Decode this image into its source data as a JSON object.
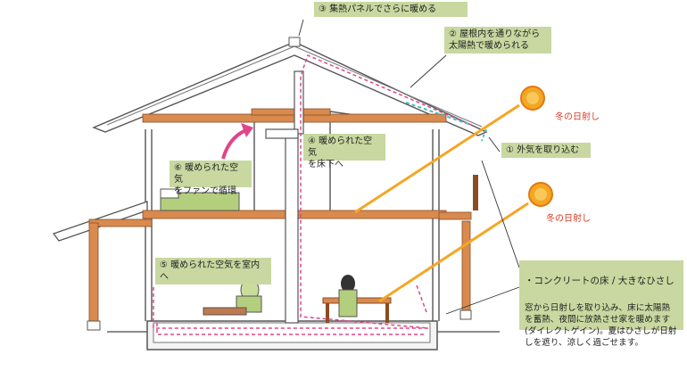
{
  "labels": {
    "step3": "③ 集熱パネルでさらに暖める",
    "step2": "② 屋根内を通りながら\n太陽熱で暖められる",
    "step1": "① 外気を取り込む",
    "step4": "④ 暖められた空気\nを床下へ",
    "step6": "⑥ 暖められた空気\nをファンで循環",
    "step5": "⑤ 暖められた空気を室内へ"
  },
  "sun_labels": {
    "winter_sun_1": "冬の日射し",
    "winter_sun_2": "冬の日射し"
  },
  "callout": {
    "title": "・コンクリートの床 / 大きなひさし",
    "body": "窓から日射しを取り込み、床に太陽熱を蓄熱、夜間に放熱させ家を暖めます(ダイレクトゲイン)。夏はひさしが日射しを遮り、涼しく過ごせます。"
  },
  "colors": {
    "label_bg": "#c8d8a0",
    "wood": "#d98a4e",
    "air_flow": "#e0458a",
    "sun": "#f5a623",
    "sun_text": "#d23b26",
    "outside_air": "#3ec1c9"
  }
}
